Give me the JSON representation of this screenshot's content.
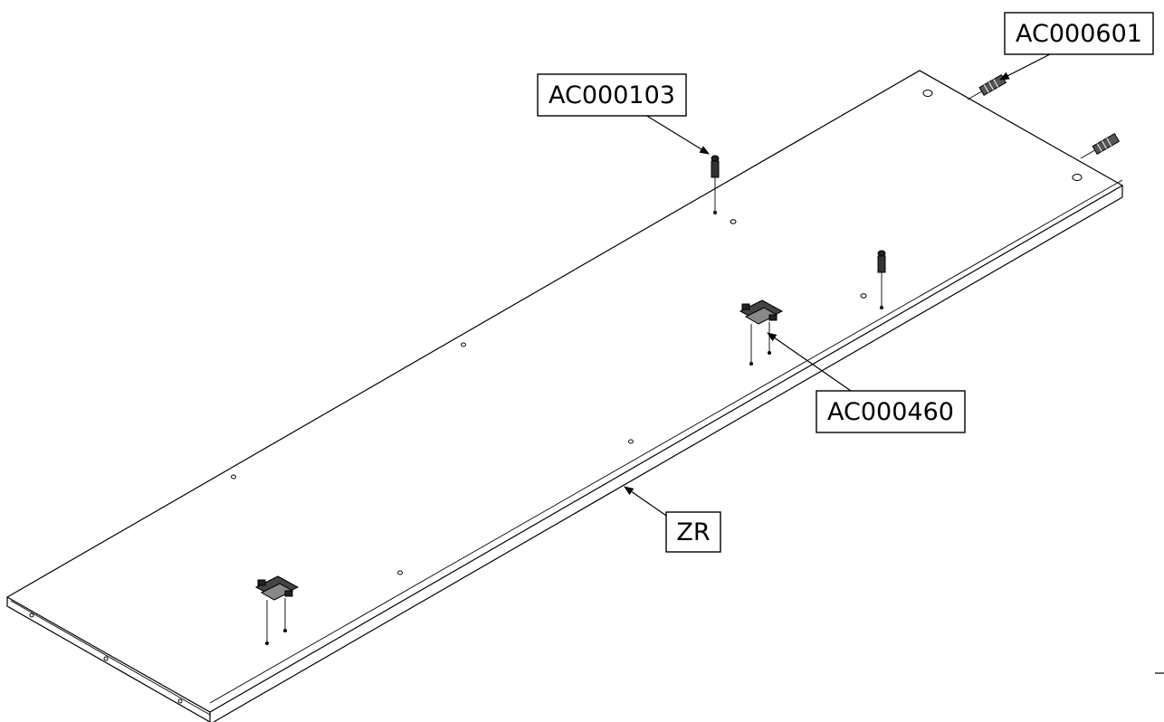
{
  "drawing": {
    "line_color": "#000000",
    "background_color": "#ffffff"
  },
  "callouts": {
    "dowel_pair": {
      "label": "AC000601"
    },
    "cam_bolt": {
      "label": "AC000103"
    },
    "hinge_plate": {
      "label": "AC000460"
    },
    "edge_band": {
      "label": "ZR"
    }
  }
}
